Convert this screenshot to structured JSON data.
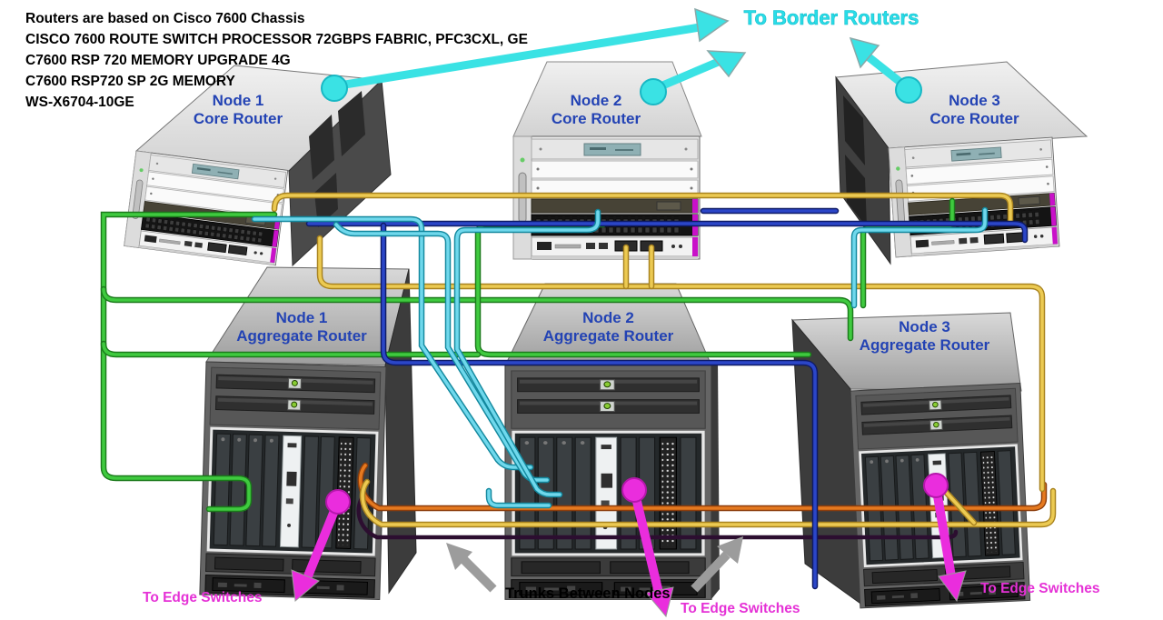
{
  "annotations": {
    "spec_lines": [
      "Routers are based on Cisco 7600 Chassis",
      "CISCO 7600 ROUTE SWITCH PROCESSOR 72GBPS FABRIC, PFC3CXL, GE",
      "C7600 RSP 720 MEMORY UPGRADE 4G",
      "C7600 RSP720 SP 2G MEMORY",
      "WS-X6704-10GE"
    ],
    "to_border_routers": "To Border Routers",
    "trunks_between_nodes": "Trunks Between Nodes",
    "to_edge_switches": "To Edge Switches"
  },
  "nodes": {
    "core1": {
      "name": "Node 1",
      "role": "Core Router"
    },
    "core2": {
      "name": "Node 2",
      "role": "Core Router"
    },
    "core3": {
      "name": "Node 3",
      "role": "Core Router"
    },
    "agg1": {
      "name": "Node 1",
      "role": "Aggregate Router"
    },
    "agg2": {
      "name": "Node 2",
      "role": "Aggregate Router"
    },
    "agg3": {
      "name": "Node 3",
      "role": "Aggregate Router"
    }
  },
  "colors": {
    "node_label": "#2343b4",
    "border_label": "#29dde8",
    "edge_label": "#e531d6",
    "trunk_label": "#000000",
    "cable_green": "#3fca3f",
    "cable_yellow": "#ecca52",
    "cable_orange": "#e5791f",
    "cable_cyan": "#6fd8ec",
    "cable_blue": "#2b46c8",
    "cable_purple": "#2c0e30",
    "arrow_cyan": "#3ae2e4",
    "arrow_magenta": "#ea2ddd",
    "arrow_gray": "#9c9c9c"
  }
}
